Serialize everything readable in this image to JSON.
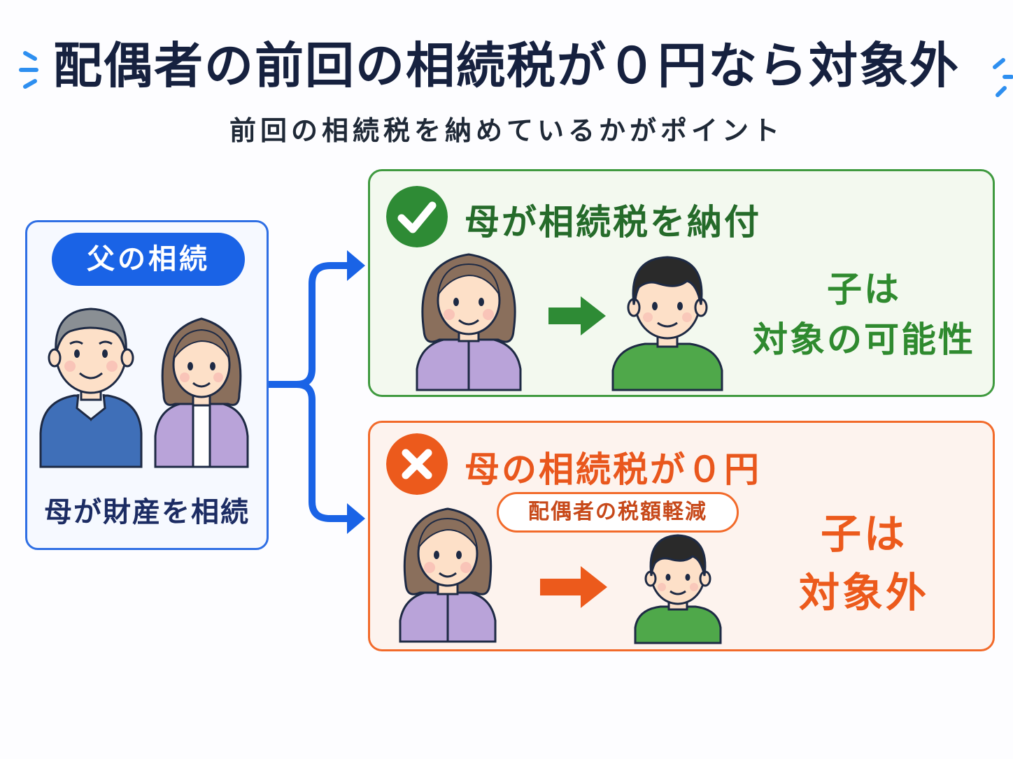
{
  "title": "配偶者の前回の相続税が０円なら対象外",
  "subtitle": "前回の相続税を納めているかがポイント",
  "left_panel": {
    "pill_label": "父の相続",
    "caption": "母が財産を相続"
  },
  "case_paid": {
    "heading": "母が相続税を納付",
    "result_line1": "子は",
    "result_line2": "対象の可能性"
  },
  "case_zero": {
    "heading": "母の相続税が０円",
    "tag": "配偶者の税額軽減",
    "result_line1": "子は",
    "result_line2": "対象外"
  },
  "colors": {
    "blue": "#1a63e6",
    "green": "#3f9a3f",
    "orange": "#f26a2a",
    "navy": "#16213f"
  },
  "icons": {
    "check": "check-icon",
    "cross": "cross-icon",
    "arrow": "arrow-right-icon"
  }
}
